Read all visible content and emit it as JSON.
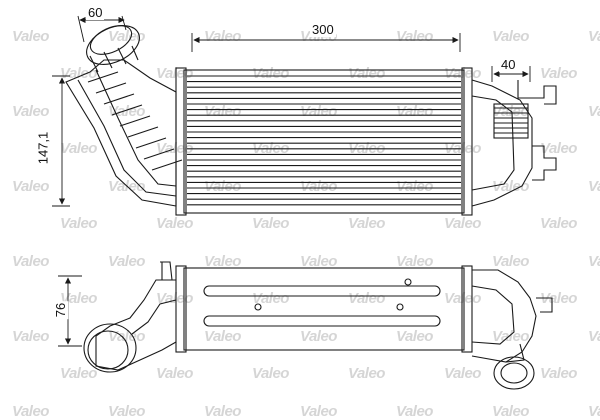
{
  "watermark_text": "Valeo",
  "dimensions": {
    "width_300": "300",
    "depth_40": "40",
    "inlet_60": "60",
    "height_147": "147,1",
    "height_76": "76"
  },
  "colors": {
    "line": "#1a1a1a",
    "watermark": "#b4b4b4",
    "background": "#ffffff"
  }
}
